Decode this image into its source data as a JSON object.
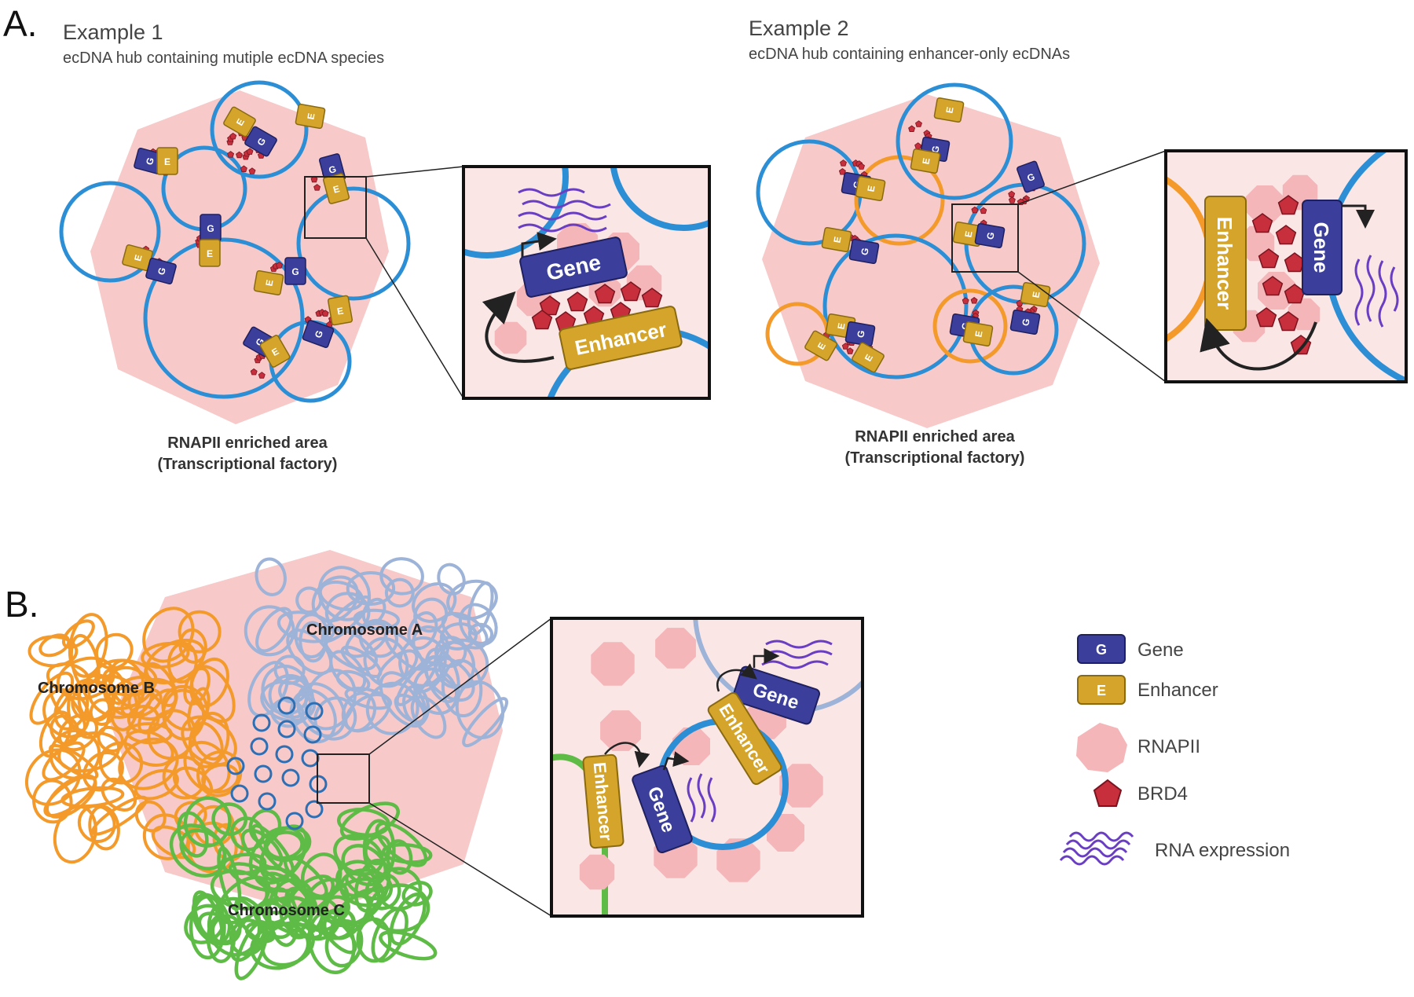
{
  "panel_a": {
    "letter": "A.",
    "example1": {
      "title": "Example 1",
      "subtitle": "ecDNA hub containing mutiple ecDNA species",
      "caption_line1": "RNAPII enriched area",
      "caption_line2": "(Transcriptional factory)",
      "zoom_gene": "Gene",
      "zoom_enhancer": "Enhancer"
    },
    "example2": {
      "title": "Example 2",
      "subtitle": "ecDNA hub containing enhancer-only ecDNAs",
      "caption_line1": "RNAPII enriched area",
      "caption_line2": "(Transcriptional factory)",
      "zoom_gene": "Gene",
      "zoom_enhancer": "Enhancer"
    }
  },
  "panel_b": {
    "letter": "B.",
    "chromosome_a": "Chromosome A",
    "chromosome_b": "Chromosome B",
    "chromosome_c": "Chromosome C",
    "zoom_gene_top": "Gene",
    "zoom_enhancer_top": "Enhancer",
    "zoom_gene_bottom": "Gene",
    "zoom_enhancer_bottom": "Enhancer"
  },
  "glyphs": {
    "gene": "G",
    "enhancer": "E"
  },
  "legend": {
    "gene_glyph": "G",
    "gene": "Gene",
    "enhancer_glyph": "E",
    "enhancer": "Enhancer",
    "rnapii": "RNAPII",
    "brd4": "BRD4",
    "rna": "RNA expression"
  },
  "colors": {
    "ecdna_blue": "#2c8fd6",
    "enhancer_ecdna_orange": "#f39a2b",
    "gene_box": "#3b3f9b",
    "enhancer_box": "#d4a52a",
    "rnapii_pink": "#f4b6b8",
    "hub_pink": "#f7c9c9",
    "brd4_red": "#c62f3b",
    "rna_purple": "#6a3ec2",
    "chromosome_a": "#9db3d8",
    "chromosome_b": "#f39a2b",
    "chromosome_c": "#5dbb46"
  }
}
